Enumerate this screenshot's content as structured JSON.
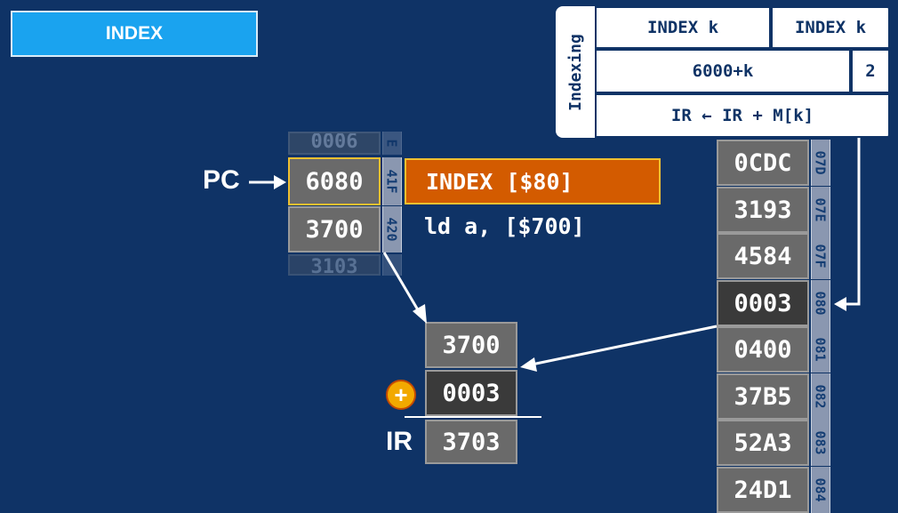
{
  "header": {
    "title": "INDEX"
  },
  "card": {
    "side_label": "Indexing",
    "row1_left": "INDEX k",
    "row1_right": "INDEX k",
    "row2_left": "6000+k",
    "row2_right": "2",
    "row3": "IR ← IR + M[k]"
  },
  "program": {
    "pc_label": "PC",
    "ghost_top": "0006",
    "ghost_top_addr": "E",
    "row1_value": "6080",
    "row1_addr": "41F",
    "row1_instr": "INDEX [$80]",
    "row2_value": "3700",
    "row2_addr": "420",
    "row2_instr": "ld a, [$700]",
    "ghost_bottom": "3103"
  },
  "sum": {
    "top": "3700",
    "mid": "0003",
    "ir_label": "IR",
    "result": "3703",
    "plus": "+"
  },
  "memory": [
    {
      "value": "0CDC",
      "addr": "07D"
    },
    {
      "value": "3193",
      "addr": "07E"
    },
    {
      "value": "4584",
      "addr": "07F"
    },
    {
      "value": "0003",
      "addr": "080",
      "highlight": true
    },
    {
      "value": "0400",
      "addr": "081"
    },
    {
      "value": "37B5",
      "addr": "082"
    },
    {
      "value": "52A3",
      "addr": "083"
    },
    {
      "value": "24D1",
      "addr": "084"
    }
  ],
  "colors": {
    "background": "#0f3366",
    "title": "#1aa3ef",
    "instr": "#d35b00",
    "plus": "#f2a900"
  }
}
